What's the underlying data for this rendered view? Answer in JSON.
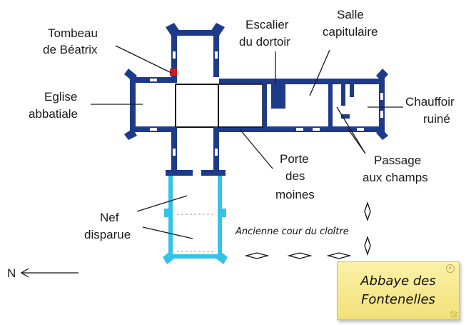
{
  "labels": {
    "tombeau_line1": "Tombeau",
    "tombeau_line2": "de Béatrix",
    "escalier_line1": "Escalier",
    "escalier_line2": "du dortoir",
    "salle_line1": "Salle",
    "salle_line2": "capitulaire",
    "eglise_line1": "Eglise",
    "eglise_line2": "abbatiale",
    "chauffoir_line1": "Chauffoir",
    "chauffoir_line2": "ruiné",
    "porte_line1": "Porte",
    "porte_line2": "des",
    "porte_line3": "moines",
    "passage_line1": "Passage",
    "passage_line2": "aux champs",
    "nef_line1": "Nef",
    "nef_line2": "disparue",
    "cloitre": "Ancienne cour du cloître",
    "north": "N"
  },
  "note": {
    "text": "Abbaye des\nFontenelles",
    "close_icon": "close-icon",
    "resize_icon": "resize-grip-icon"
  },
  "colors": {
    "walls": "#1e3a8a",
    "lost_walls": "#33c3e6",
    "tomb": "#e0151b",
    "note_bg": "#f6e88e"
  }
}
